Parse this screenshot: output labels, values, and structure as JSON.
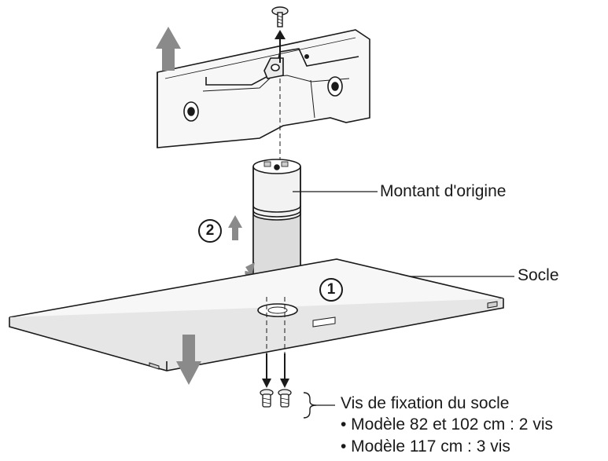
{
  "labels": {
    "montant": "Montant d'origine",
    "socle": "Socle",
    "vis_title": "Vis de fixation du socle",
    "vis_model_1": "• Modèle 82 et 102 cm : 2 vis",
    "vis_model_2": "• Modèle 117 cm : 3 vis"
  },
  "steps": {
    "one": "1",
    "two": "2"
  },
  "colors": {
    "line": "#1a1a1a",
    "arrow_grey": "#8a8a8a",
    "fill_light": "#f2f2f2",
    "fill_mid": "#d9d9d9"
  }
}
